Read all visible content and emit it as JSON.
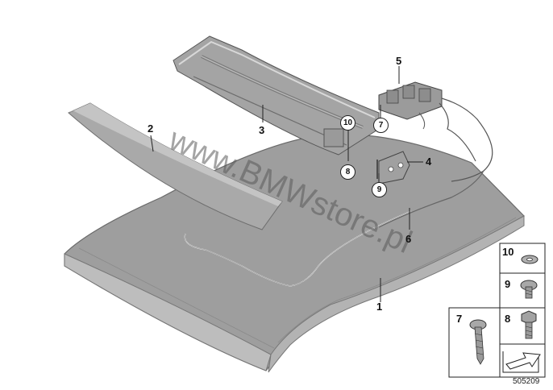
{
  "watermark": "www.BMWstore.pl",
  "diagram_number": "505209",
  "callouts": {
    "p1": "1",
    "p2": "2",
    "p3": "3",
    "p4": "4",
    "p5": "5",
    "p6": "6",
    "p7": "7",
    "p8": "8",
    "p9": "9",
    "p10": "10"
  },
  "legend": {
    "washer": "10",
    "screw_round": "9",
    "bolt_hex": "8",
    "screw_long": "7"
  },
  "icons": {
    "direction": "arrow-icon"
  }
}
